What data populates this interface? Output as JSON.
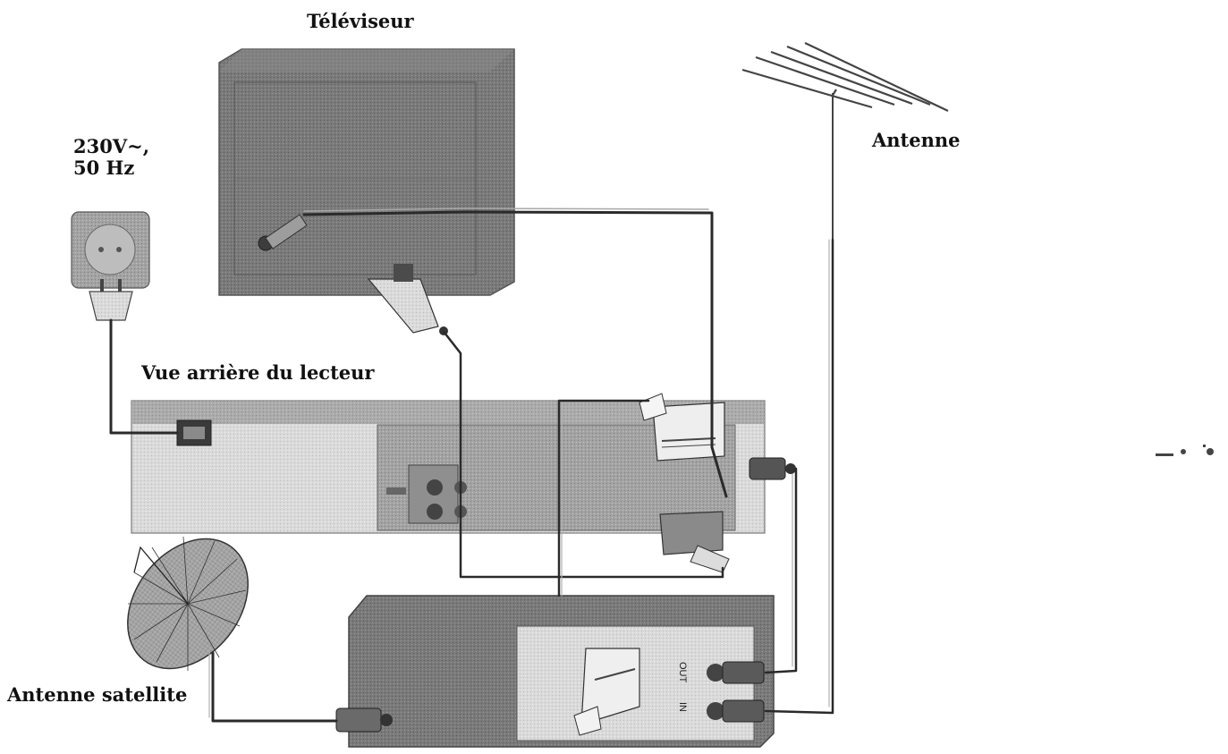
{
  "labels": {
    "tv": "Téléviseur",
    "antenna": "Antenne",
    "power_line1": "230V~,",
    "power_line2": "50 Hz",
    "rear_view": "Vue arrière du lecteur",
    "satellite": "Antenne satellite"
  },
  "device_markings": {
    "receiver_out": "OUT",
    "receiver_in": "IN"
  },
  "colors": {
    "device_dark": "#6f6f6f",
    "device_mid": "#8e8e8e",
    "device_light": "#c9c9c9",
    "panel_light": "#e2e2e2",
    "cable": "#2a2a2a",
    "cable_light": "#a8a8a8",
    "text": "#111111"
  }
}
